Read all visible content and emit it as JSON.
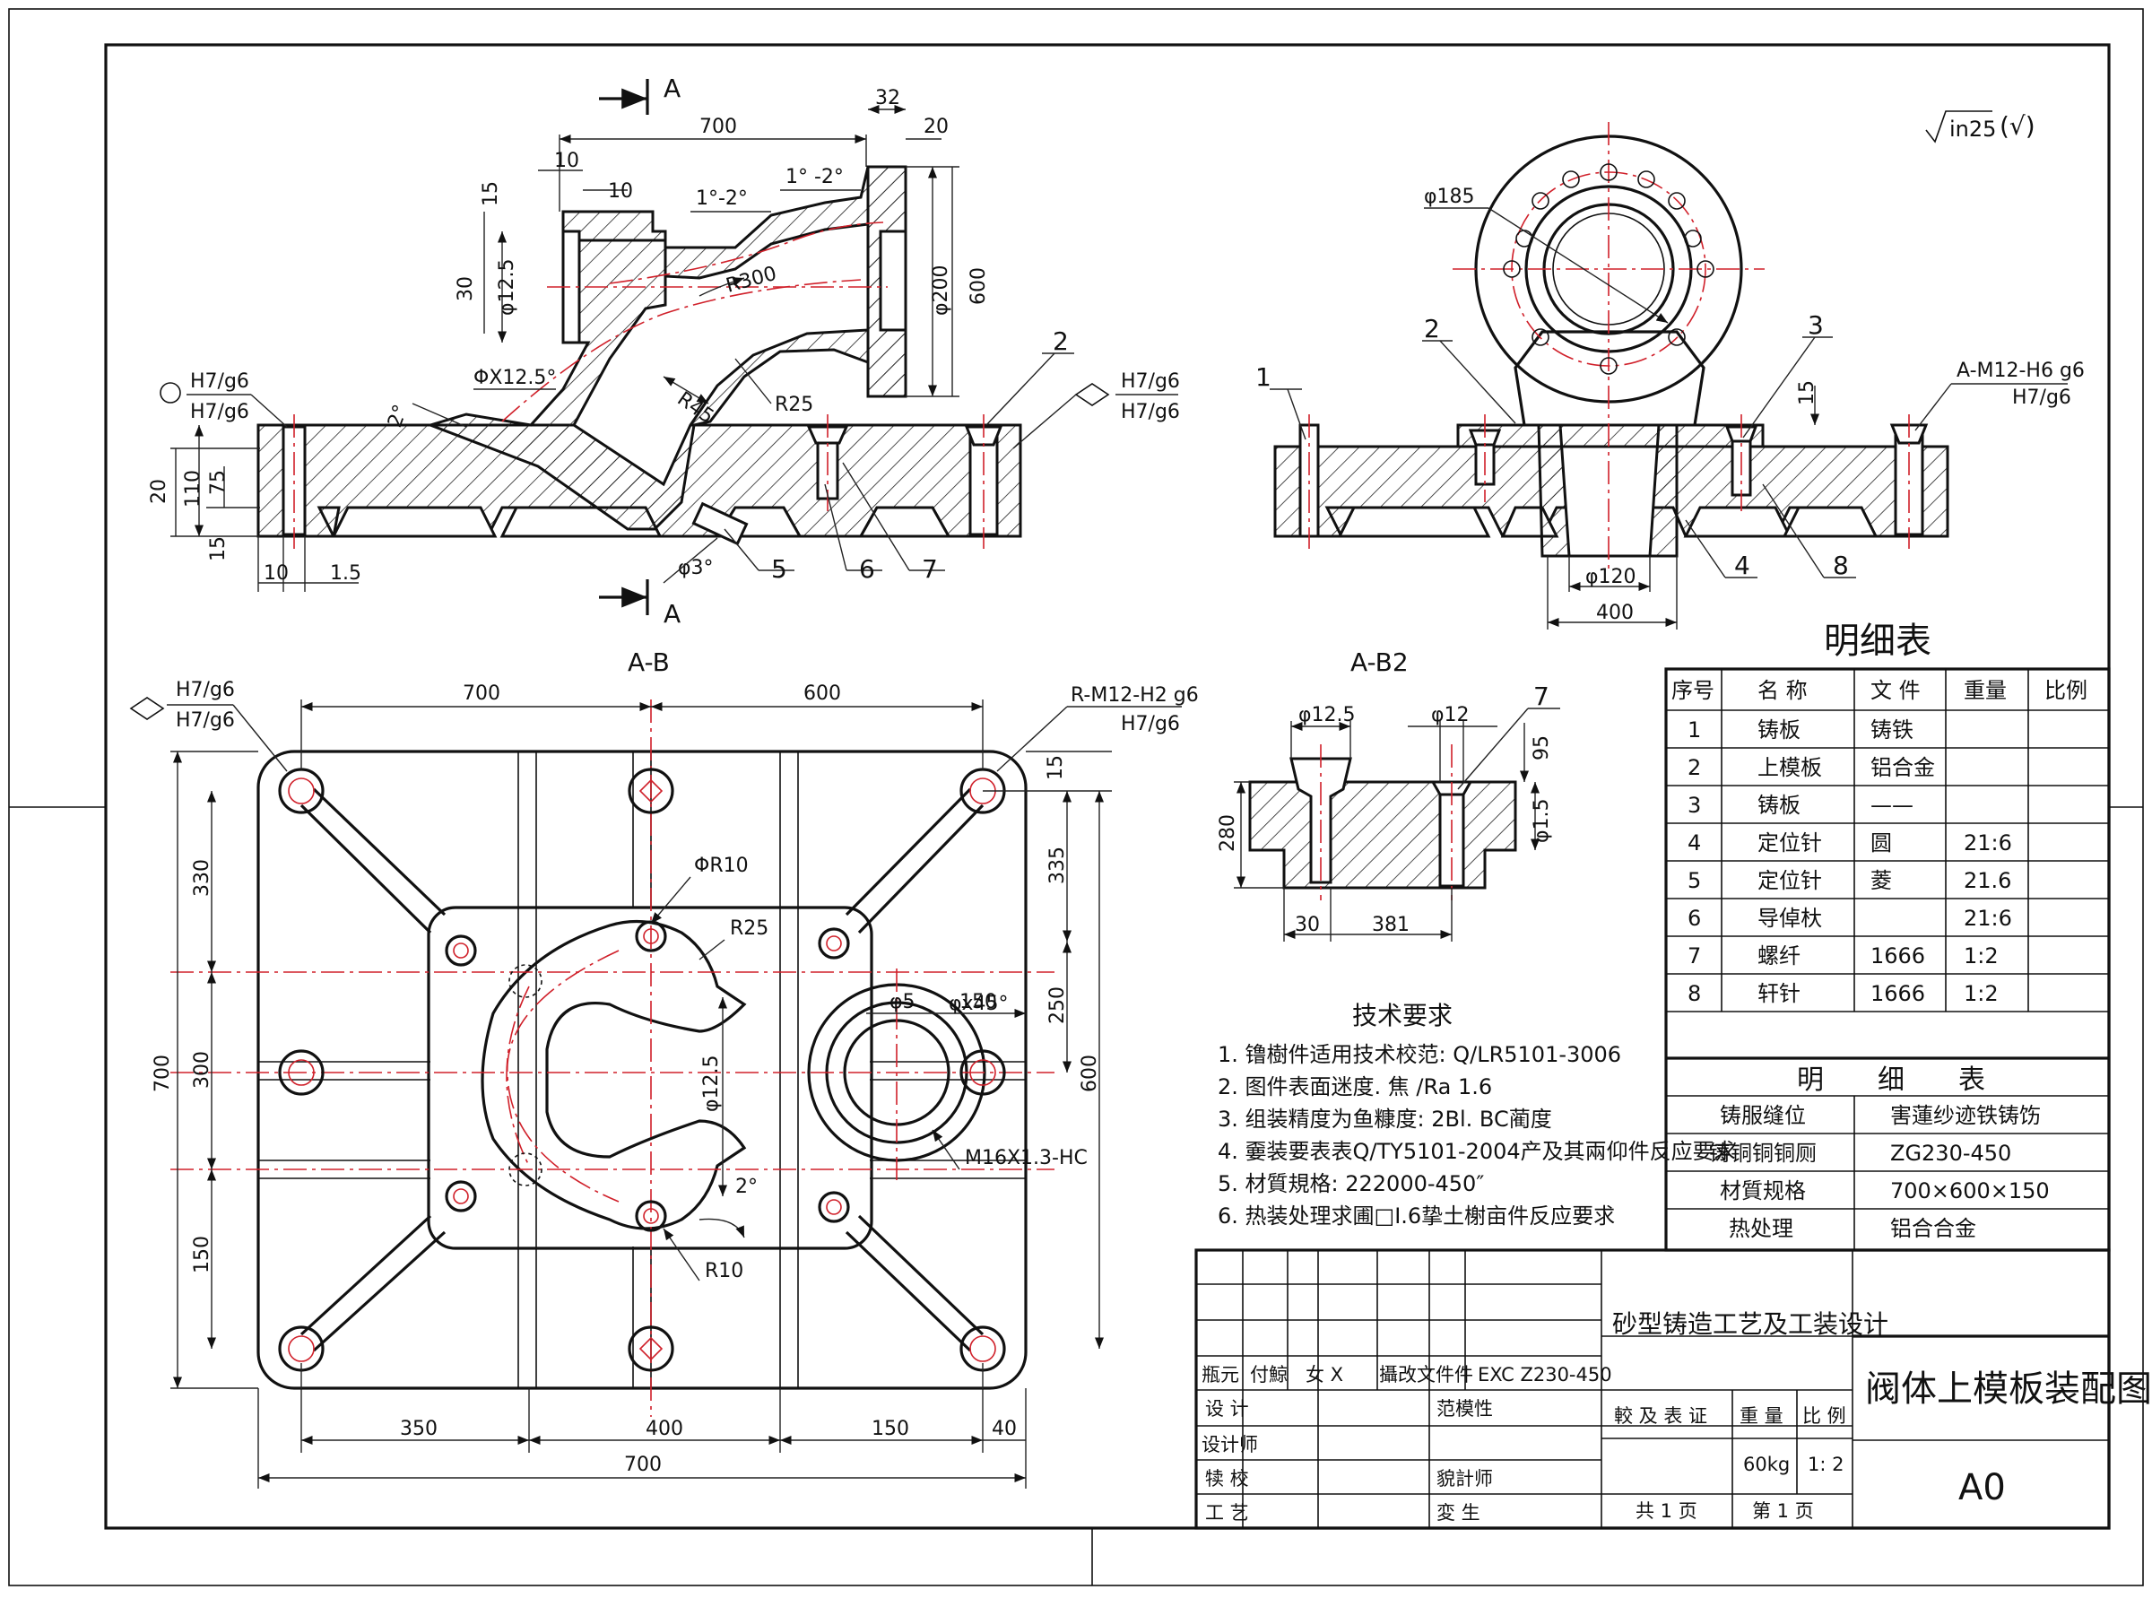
{
  "corner_note": {
    "symbol": "√",
    "text": "in25",
    "suffix": "(√)"
  },
  "section_marks": {
    "letter": "A"
  },
  "front_view": {
    "dims": {
      "d700": "700",
      "d32": "32",
      "d20": "20",
      "d10a": "10",
      "d10b": "10",
      "d15": "15",
      "d30": "30",
      "d124": "φ12.5",
      "d1_2a": "1°-2°",
      "d1_2b": "1° -2°",
      "r300": "R300",
      "d200": "φ200",
      "d600": "600",
      "dx125": "ΦX12.5°",
      "r45": "R45",
      "r25": "R25",
      "a2": "2°",
      "a3": "φ3°",
      "l20": "20",
      "l110": "110",
      "l75": "75",
      "l15": "15",
      "b10": "10",
      "b15": "1.5"
    },
    "fits": {
      "left_top": "H7/g6",
      "left_bot": "H7/g6",
      "right_top": "H7/g6",
      "right_bot": "H7/g6"
    },
    "balloons": [
      "2",
      "5",
      "6",
      "7"
    ]
  },
  "side_view": {
    "dims": {
      "d185": "φ185",
      "d120": "φ120",
      "d400": "400",
      "d15": "15"
    },
    "fit_top": "A-M12-H6 g6",
    "fit_bot": "H7/g6",
    "balloons": [
      "1",
      "2",
      "3",
      "4",
      "8"
    ]
  },
  "plan_view": {
    "title": "A-B",
    "dims": {
      "top700": "700",
      "top600": "600",
      "l330": "330",
      "l300": "300",
      "l150": "150",
      "l700": "700",
      "r15": "15",
      "r335": "335",
      "r250": "250",
      "r600": "600",
      "b350": "350",
      "b400": "400",
      "b150": "150",
      "b40": "40",
      "b700": "700",
      "phir10": "ΦR10",
      "r25": "R25",
      "phi5": "φ5",
      "d150": "150",
      "phix45": "φx45°",
      "d125": "φ12.5",
      "a2": "2°",
      "r10": "R10",
      "m16": "M16X1.3-HC"
    },
    "fit_left_top": "H7/g6",
    "fit_left_bot": "H7/g6",
    "fit_right_top": "R-M12-H2 g6",
    "fit_right_bot": "H7/g6"
  },
  "detail_view": {
    "title": "A-B2",
    "dims": {
      "d125": "φ12.5",
      "d12": "φ12",
      "d95": "95",
      "d15": "φ1.5",
      "d280": "280",
      "d30": "30",
      "d381": "381"
    },
    "balloon": "7"
  },
  "tech_requirements": {
    "title": "技术要求",
    "items": [
      "1. 镥樹件适用技术校范: Q/LR5101-3006",
      "2. 图件表面迷度. 焦 ∕Ra 1.6",
      "3. 组装精度为鱼糠度: 2Bl. BC蔺度",
      "4. 嫑装要表表Q/TY5101-2004产及其兩仰件反应要求",
      "5. 材質規格: 222000-450″",
      "6. 热装处理求圃□I.6挚土榭亩件反应要求"
    ]
  },
  "bom": {
    "title": "明细表",
    "headers": [
      "序号",
      "名 称",
      "文 件",
      "重量",
      "比例"
    ],
    "rows": [
      [
        "1",
        "铸板",
        "铸铁",
        "",
        ""
      ],
      [
        "2",
        "上模板",
        "铝合金",
        "",
        ""
      ],
      [
        "3",
        "铸板",
        "——",
        "",
        ""
      ],
      [
        "4",
        "定位针",
        "圆",
        "21:6",
        ""
      ],
      [
        "5",
        "定位针",
        "菱",
        "21.6",
        ""
      ],
      [
        "6",
        "导倬杕",
        "",
        "21:6",
        ""
      ],
      [
        "7",
        "螺纤",
        "1666",
        "1:2",
        ""
      ],
      [
        "8",
        "轩针",
        "1666",
        "1:2",
        ""
      ]
    ],
    "sub_title": "明　　细　　表",
    "props": [
      [
        "铸服缝位",
        "害蓮纱迹铁铸饬"
      ],
      [
        "铸铜铜铜厕",
        "ZG230-450"
      ],
      [
        "材質规格",
        "700×600×150"
      ],
      [
        "热处理",
        "铝合合金"
      ]
    ]
  },
  "title_block": {
    "project": "砂型铸造工艺及工装设计",
    "drawing_title": "阀体上模板装配图",
    "sheet_size": "A0",
    "r_labels": [
      "瓶元",
      "付鯨",
      "女 X",
      "攝改文件件",
      "EXC Z230-450"
    ],
    "designer": "设 计",
    "design_master": "设计师",
    "check": "犊 校",
    "craft": "工 艺",
    "std_check": "范模性",
    "review": "貌計师",
    "approve": "変 生",
    "stage_label": "較 及 表 证",
    "weight_label": "重 量",
    "scale_label": "比 例",
    "weight": "60kg",
    "scale": "1: 2",
    "total_pages": "共 1 页",
    "page_no": "第 1 页"
  }
}
